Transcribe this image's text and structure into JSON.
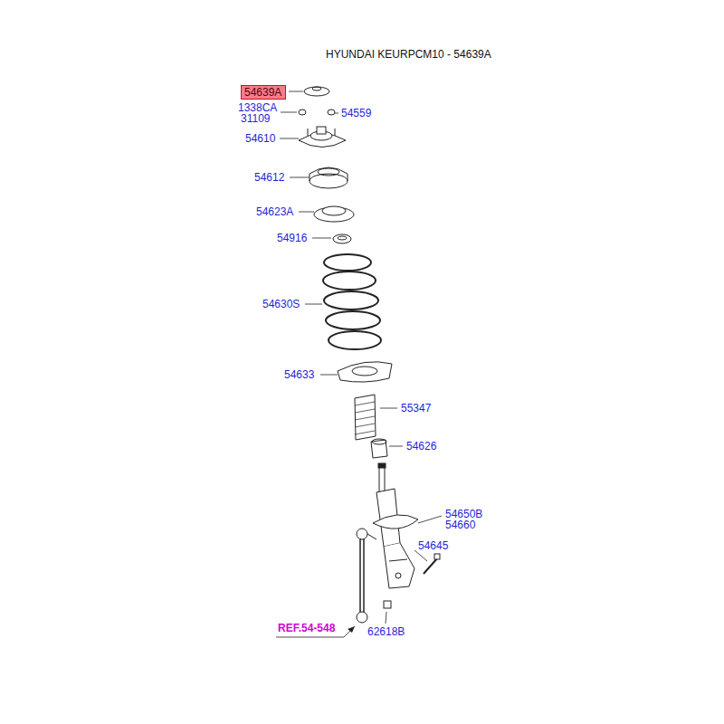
{
  "diagram": {
    "title": "HYUNDAI KEURPCM10 - 54639A",
    "nodes": [
      {
        "text": [
          "54639A"
        ]
      }
    ],
    "labels": [
      "1338CA",
      "31109",
      "54559",
      "54610",
      "54612",
      "54623A",
      "54916",
      "54630S",
      "54633",
      "55347",
      "54626",
      "54650B",
      "54660",
      "54645",
      "REF.54-548",
      "62618B"
    ]
  }
}
